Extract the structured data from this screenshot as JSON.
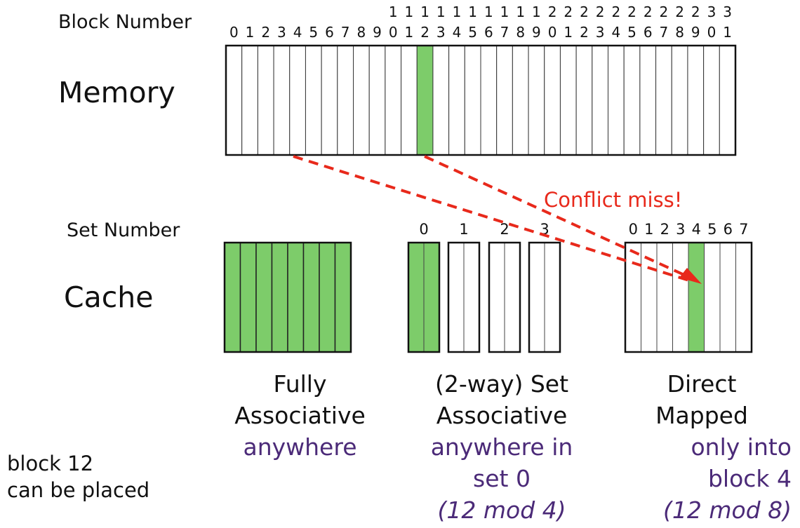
{
  "labels": {
    "block_number": "Block Number",
    "memory": "Memory",
    "set_number": "Set Number",
    "cache": "Cache",
    "conflict": "Conflict miss!",
    "block12": "block 12",
    "placed": "can be placed"
  },
  "memory": {
    "block_count": 32,
    "highlight": 12,
    "top_digits": [
      "",
      "",
      "",
      "",
      "",
      "",
      "",
      "",
      "",
      "",
      "1",
      "1",
      "1",
      "1",
      "1",
      "1",
      "1",
      "1",
      "1",
      "1",
      "2",
      "2",
      "2",
      "2",
      "2",
      "2",
      "2",
      "2",
      "2",
      "2",
      "3",
      "3"
    ],
    "bottom_digits": [
      "0",
      "1",
      "2",
      "3",
      "4",
      "5",
      "6",
      "7",
      "8",
      "9",
      "0",
      "1",
      "2",
      "3",
      "4",
      "5",
      "6",
      "7",
      "8",
      "9",
      "0",
      "1",
      "2",
      "3",
      "4",
      "5",
      "6",
      "7",
      "8",
      "9",
      "0",
      "1"
    ]
  },
  "set_assoc": {
    "set_labels": [
      "0",
      "1",
      "2",
      "3"
    ]
  },
  "direct": {
    "set_labels": [
      "0",
      "1",
      "2",
      "3",
      "4",
      "5",
      "6",
      "7"
    ],
    "highlight": 4
  },
  "colors": {
    "fill": "#7dcc6a",
    "arrow": "#e8291b",
    "purple": "#4b2a78"
  },
  "captions": {
    "full_line1": "Fully",
    "full_line2": "Associative",
    "full_where": "anywhere",
    "set_line1": "(2-way) Set",
    "set_line2": "Associative",
    "set_where1": "anywhere in",
    "set_where2": "set 0",
    "set_where3": "(12 mod 4)",
    "dm_line1": "Direct",
    "dm_line2": "Mapped",
    "dm_where1": "only into",
    "dm_where2": "block 4",
    "dm_where3": "(12 mod 8)"
  }
}
